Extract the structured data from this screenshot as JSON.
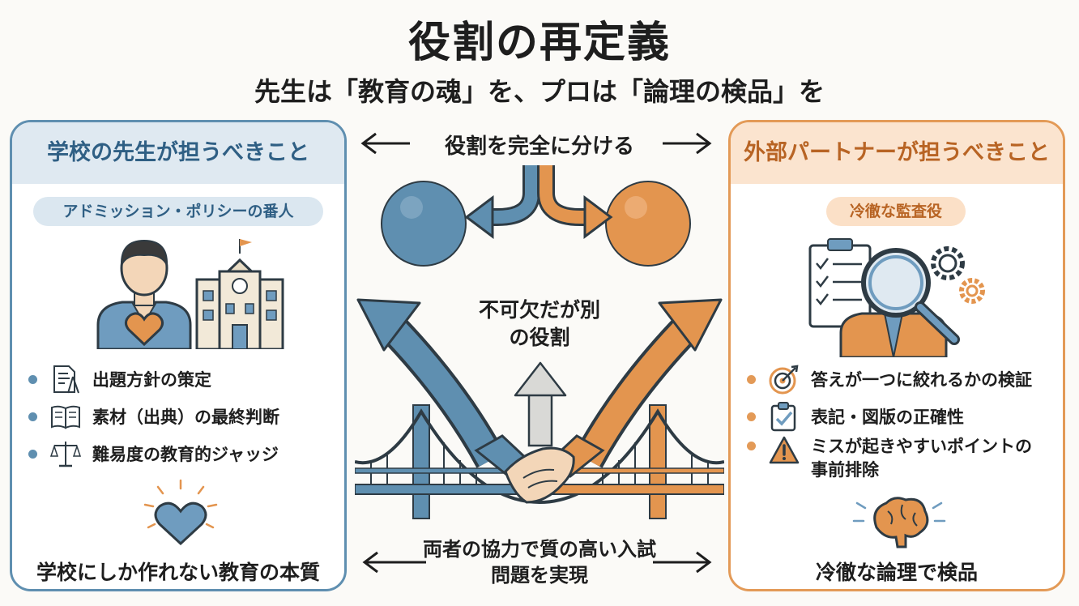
{
  "title": "役割の再定義",
  "subtitle": "先生は「教育の魂」を、プロは「論理の検品」を",
  "colors": {
    "blue": "#5f8fb0",
    "orange": "#e39a57"
  },
  "left_panel": {
    "heading": "学校の先生が担うべきこと",
    "role": "アドミッション・ポリシーの番人",
    "items": [
      {
        "icon": "document-compass-icon",
        "label": "出題方針の策定"
      },
      {
        "icon": "open-book-icon",
        "label": "素材（出典）の最終判断"
      },
      {
        "icon": "scales-icon",
        "label": "難易度の教育的ジャッジ"
      }
    ],
    "footer": "学校にしか作れない教育の本質"
  },
  "right_panel": {
    "heading": "外部パートナーが担うべきこと",
    "role": "冷徹な監査役",
    "items": [
      {
        "icon": "target-icon",
        "label": "答えが一つに絞れるかの検証"
      },
      {
        "icon": "clipboard-check-icon",
        "label": "表記・図版の正確性"
      },
      {
        "icon": "warning-icon",
        "label": "ミスが起きやすいポイントの事前排除"
      }
    ],
    "footer": "冷徹な論理で検品"
  },
  "center": {
    "top_label": "役割を完全に分ける",
    "middle_label": "不可欠だが別の役割",
    "bottom_label": "両者の協力で質の高い入試問題を実現"
  }
}
